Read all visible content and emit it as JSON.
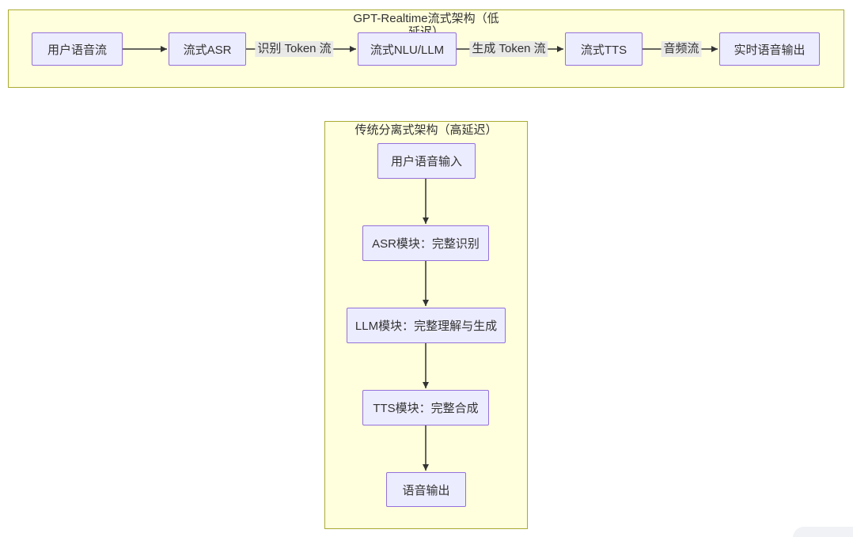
{
  "colors": {
    "page_background": "#ffffff",
    "cluster_fill": "#ffffde",
    "cluster_border": "#aaaa33",
    "node_fill": "#ececff",
    "node_border": "#9370db",
    "edge_line": "#333333",
    "edge_label_background": "#e8e8e8",
    "text": "#333333",
    "corner_widget_fill": "#f0f2f5"
  },
  "diagram": {
    "type": "flowchart",
    "clusters": [
      {
        "title": "GPT-Realtime流式架构（低延迟）",
        "direction": "horizontal",
        "nodes": [
          {
            "label": "用户语音流"
          },
          {
            "label": "流式ASR"
          },
          {
            "label": "流式NLU/LLM"
          },
          {
            "label": "流式TTS"
          },
          {
            "label": "实时语音输出"
          }
        ],
        "edges": [
          {
            "from": "用户语音流",
            "to": "流式ASR",
            "label": ""
          },
          {
            "from": "流式ASR",
            "to": "流式NLU/LLM",
            "label": "识别 Token 流"
          },
          {
            "from": "流式NLU/LLM",
            "to": "流式TTS",
            "label": "生成 Token 流"
          },
          {
            "from": "流式TTS",
            "to": "实时语音输出",
            "label": "音频流"
          }
        ]
      },
      {
        "title": "传统分离式架构（高延迟）",
        "direction": "vertical",
        "nodes": [
          {
            "label": "用户语音输入"
          },
          {
            "label": "ASR模块：完整识别"
          },
          {
            "label": "LLM模块：完整理解与生成"
          },
          {
            "label": "TTS模块：完整合成"
          },
          {
            "label": "语音输出"
          }
        ],
        "edges": [
          {
            "from": "用户语音输入",
            "to": "ASR模块：完整识别",
            "label": ""
          },
          {
            "from": "ASR模块：完整识别",
            "to": "LLM模块：完整理解与生成",
            "label": ""
          },
          {
            "from": "LLM模块：完整理解与生成",
            "to": "TTS模块：完整合成",
            "label": ""
          },
          {
            "from": "TTS模块：完整合成",
            "to": "语音输出",
            "label": ""
          }
        ]
      }
    ]
  }
}
